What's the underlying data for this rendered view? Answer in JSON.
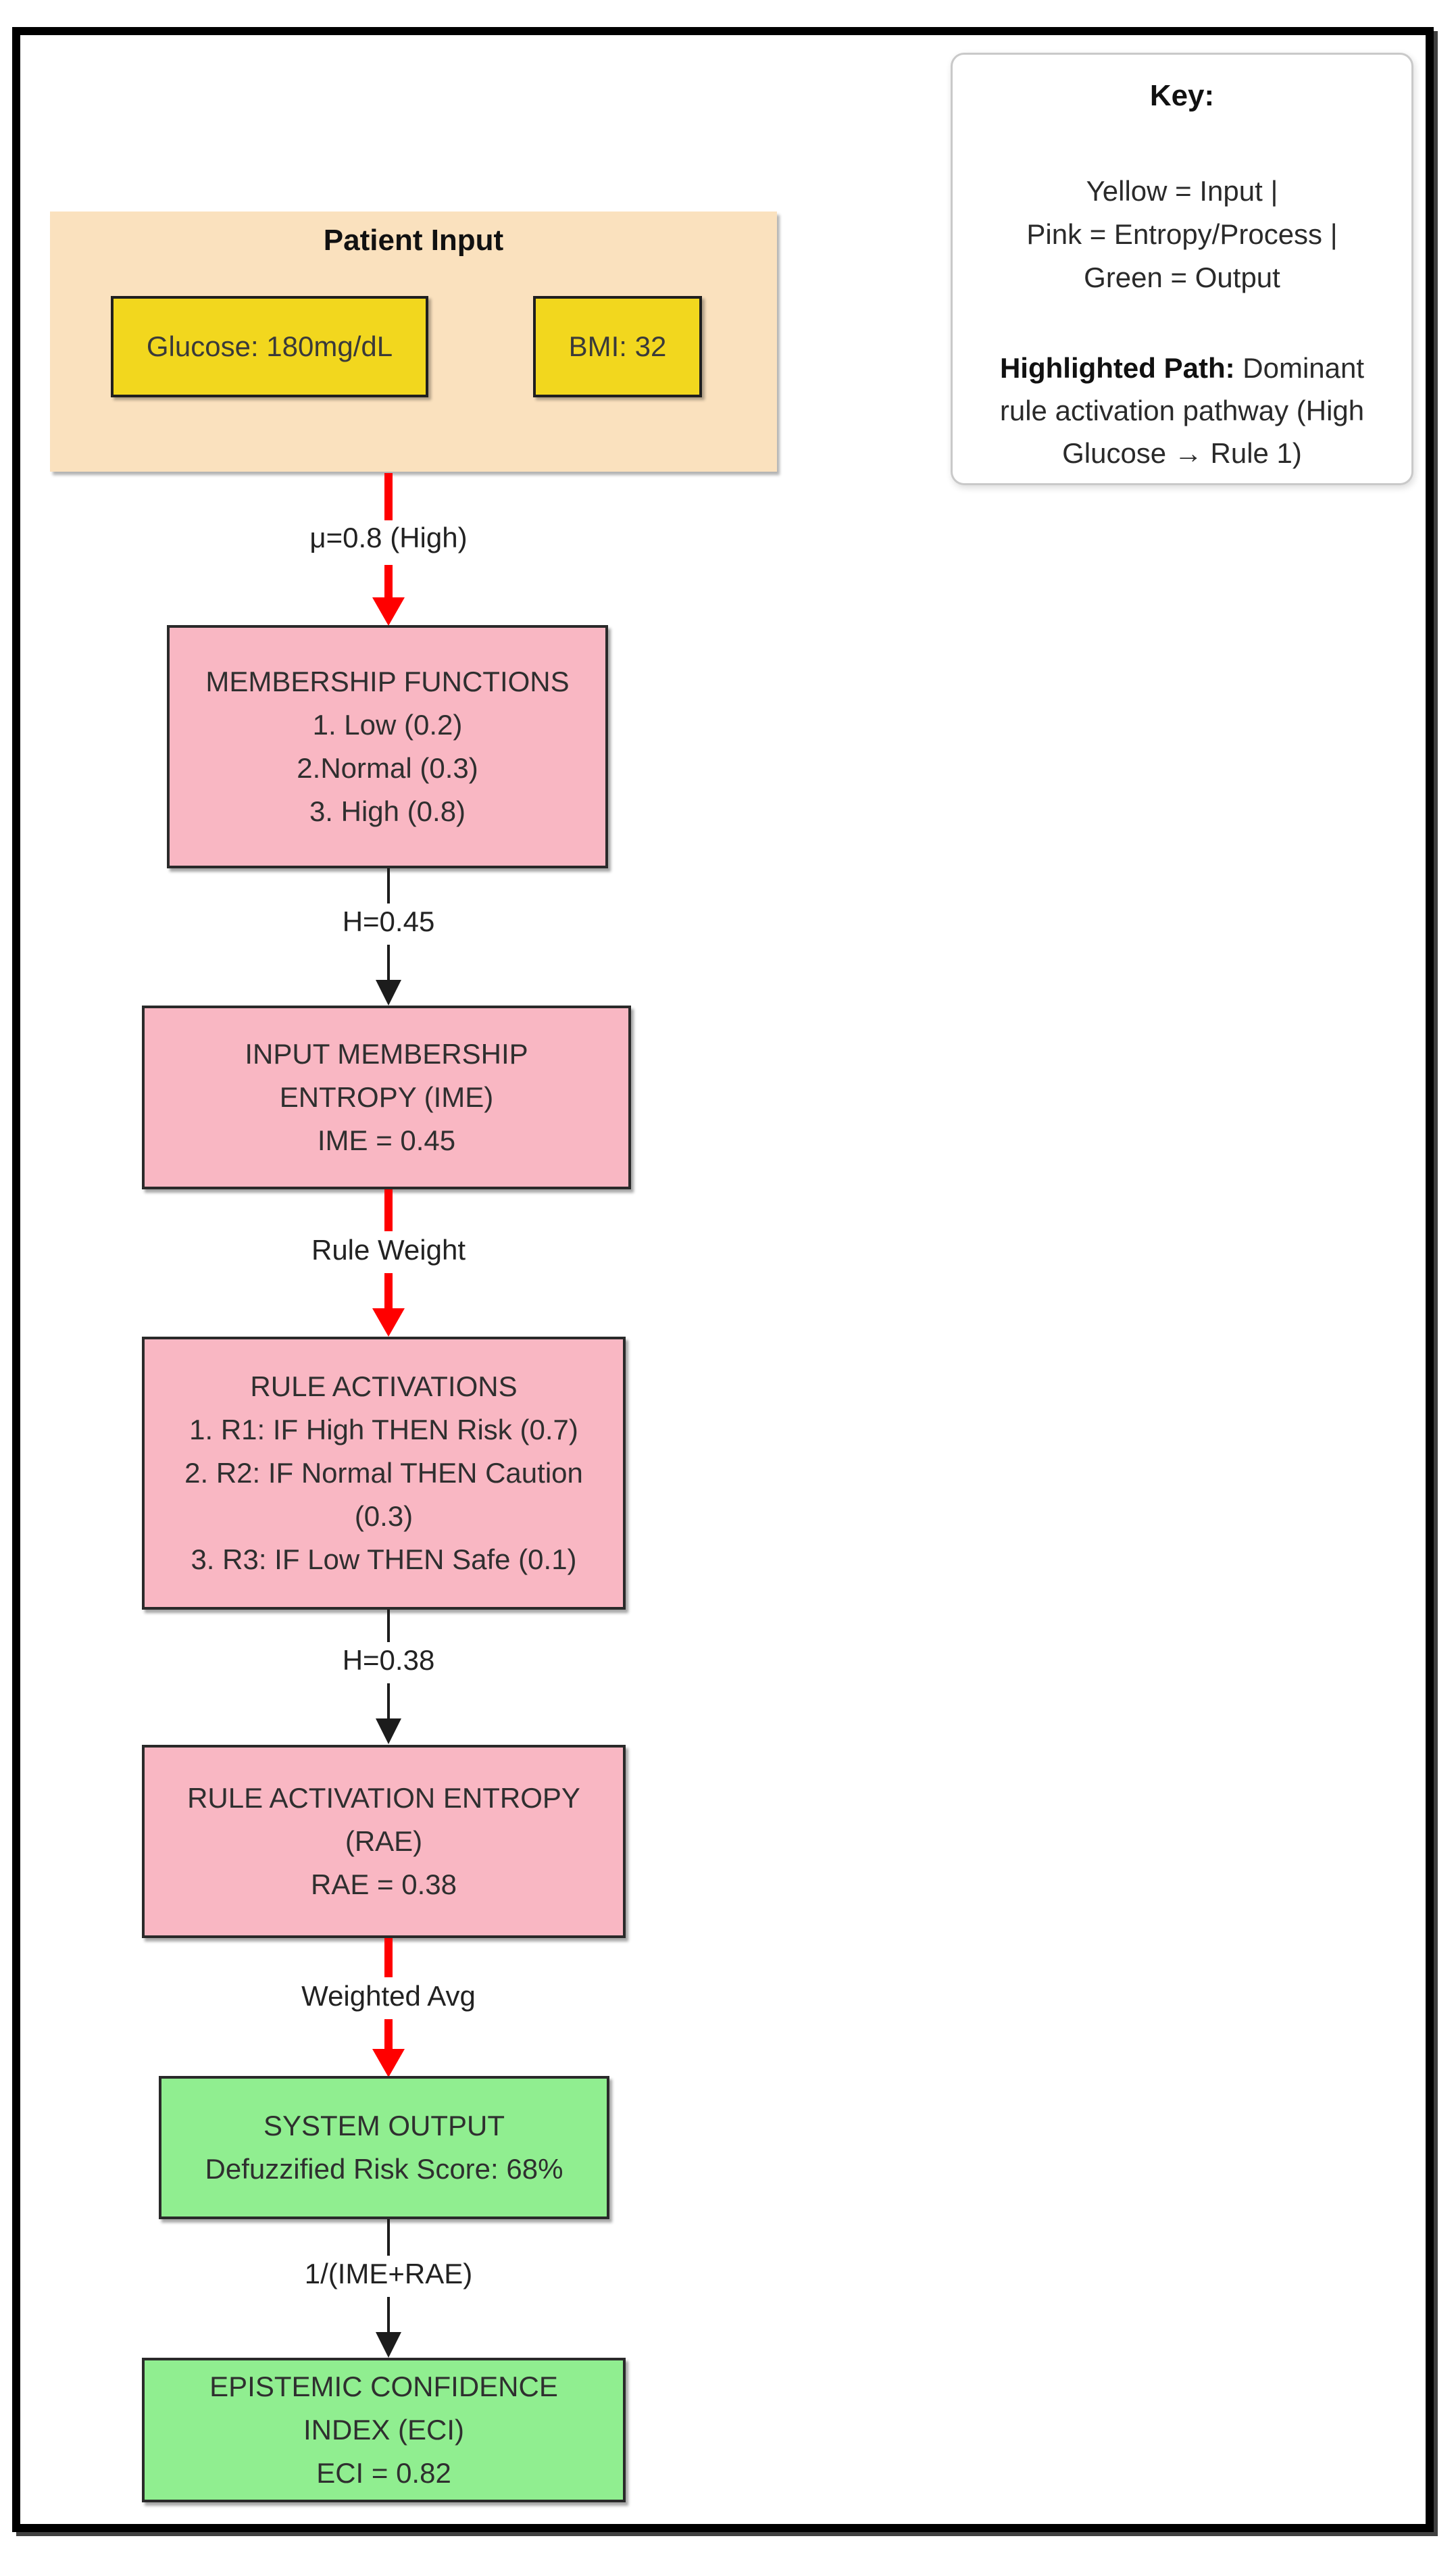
{
  "colors": {
    "input_yellow": "#F2D71E",
    "input_container_peach": "#FAE1BE",
    "process_pink": "#F9B7C3",
    "output_green": "#90EE90",
    "highlight_red": "#FF0000",
    "edge_black": "#1C1C1C",
    "node_border": "#2A2A2A",
    "frame_black": "#000000",
    "key_border": "#C9C9C9",
    "text": "#2F2F2F"
  },
  "key_panel": {
    "title": "Key:",
    "legend_lines": [
      "Yellow = Input |",
      "Pink = Entropy/Process |",
      "Green = Output"
    ],
    "highlight_label": "Highlighted Path:",
    "highlight_text": " Dominant rule activation pathway (High Glucose → Rule 1)"
  },
  "patient_input": {
    "title": "Patient Input",
    "glucose_box": "Glucose: 180mg/dL",
    "bmi_box": "BMI: 32"
  },
  "edges": [
    {
      "label": "μ=0.8 (High)",
      "style": "highlighted-red"
    },
    {
      "label": "H=0.45",
      "style": "black"
    },
    {
      "label": "Rule Weight",
      "style": "highlighted-red"
    },
    {
      "label": "H=0.38",
      "style": "black"
    },
    {
      "label": "Weighted Avg",
      "style": "highlighted-red"
    },
    {
      "label": "1/(IME+RAE)",
      "style": "black"
    }
  ],
  "nodes": {
    "membership_functions": {
      "lines": [
        "MEMBERSHIP FUNCTIONS",
        "1. Low (0.2)",
        "2.Normal (0.3)",
        "3. High (0.8)"
      ]
    },
    "input_membership_entropy": {
      "lines": [
        "INPUT MEMBERSHIP",
        "ENTROPY (IME)",
        "IME = 0.45"
      ]
    },
    "rule_activations": {
      "lines": [
        "RULE ACTIVATIONS",
        "1. R1: IF High THEN Risk (0.7)",
        "2. R2: IF Normal THEN Caution",
        "(0.3)",
        "3. R3: IF Low THEN Safe (0.1)"
      ]
    },
    "rule_activation_entropy": {
      "lines": [
        "RULE ACTIVATION ENTROPY",
        "(RAE)",
        "RAE = 0.38"
      ]
    },
    "system_output": {
      "lines": [
        "SYSTEM OUTPUT",
        "Defuzzified Risk Score: 68%"
      ]
    },
    "epistemic_confidence_index": {
      "lines": [
        "EPISTEMIC CONFIDENCE",
        "INDEX (ECI)",
        "ECI = 0.82"
      ]
    }
  }
}
